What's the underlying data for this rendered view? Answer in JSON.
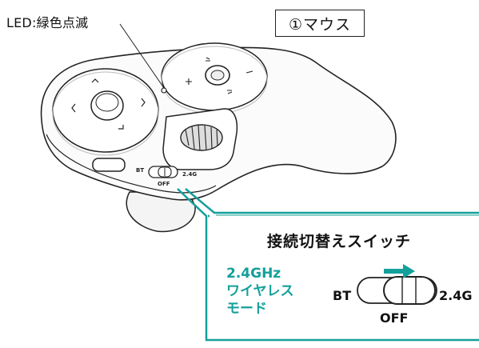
{
  "labels": {
    "led": "LED:緑色点滅",
    "title": "①マウス",
    "switch_title": "接続切替えスイッチ",
    "mode": "2.4GHz\nワイヤレス\nモード",
    "bt": "BT",
    "g24": "2.4G",
    "off": "OFF"
  },
  "device_labels": {
    "bt": "BT",
    "g24": "2.4G",
    "off": "OFF"
  },
  "colors": {
    "accent": "#14a09a",
    "outline": "#222222"
  }
}
